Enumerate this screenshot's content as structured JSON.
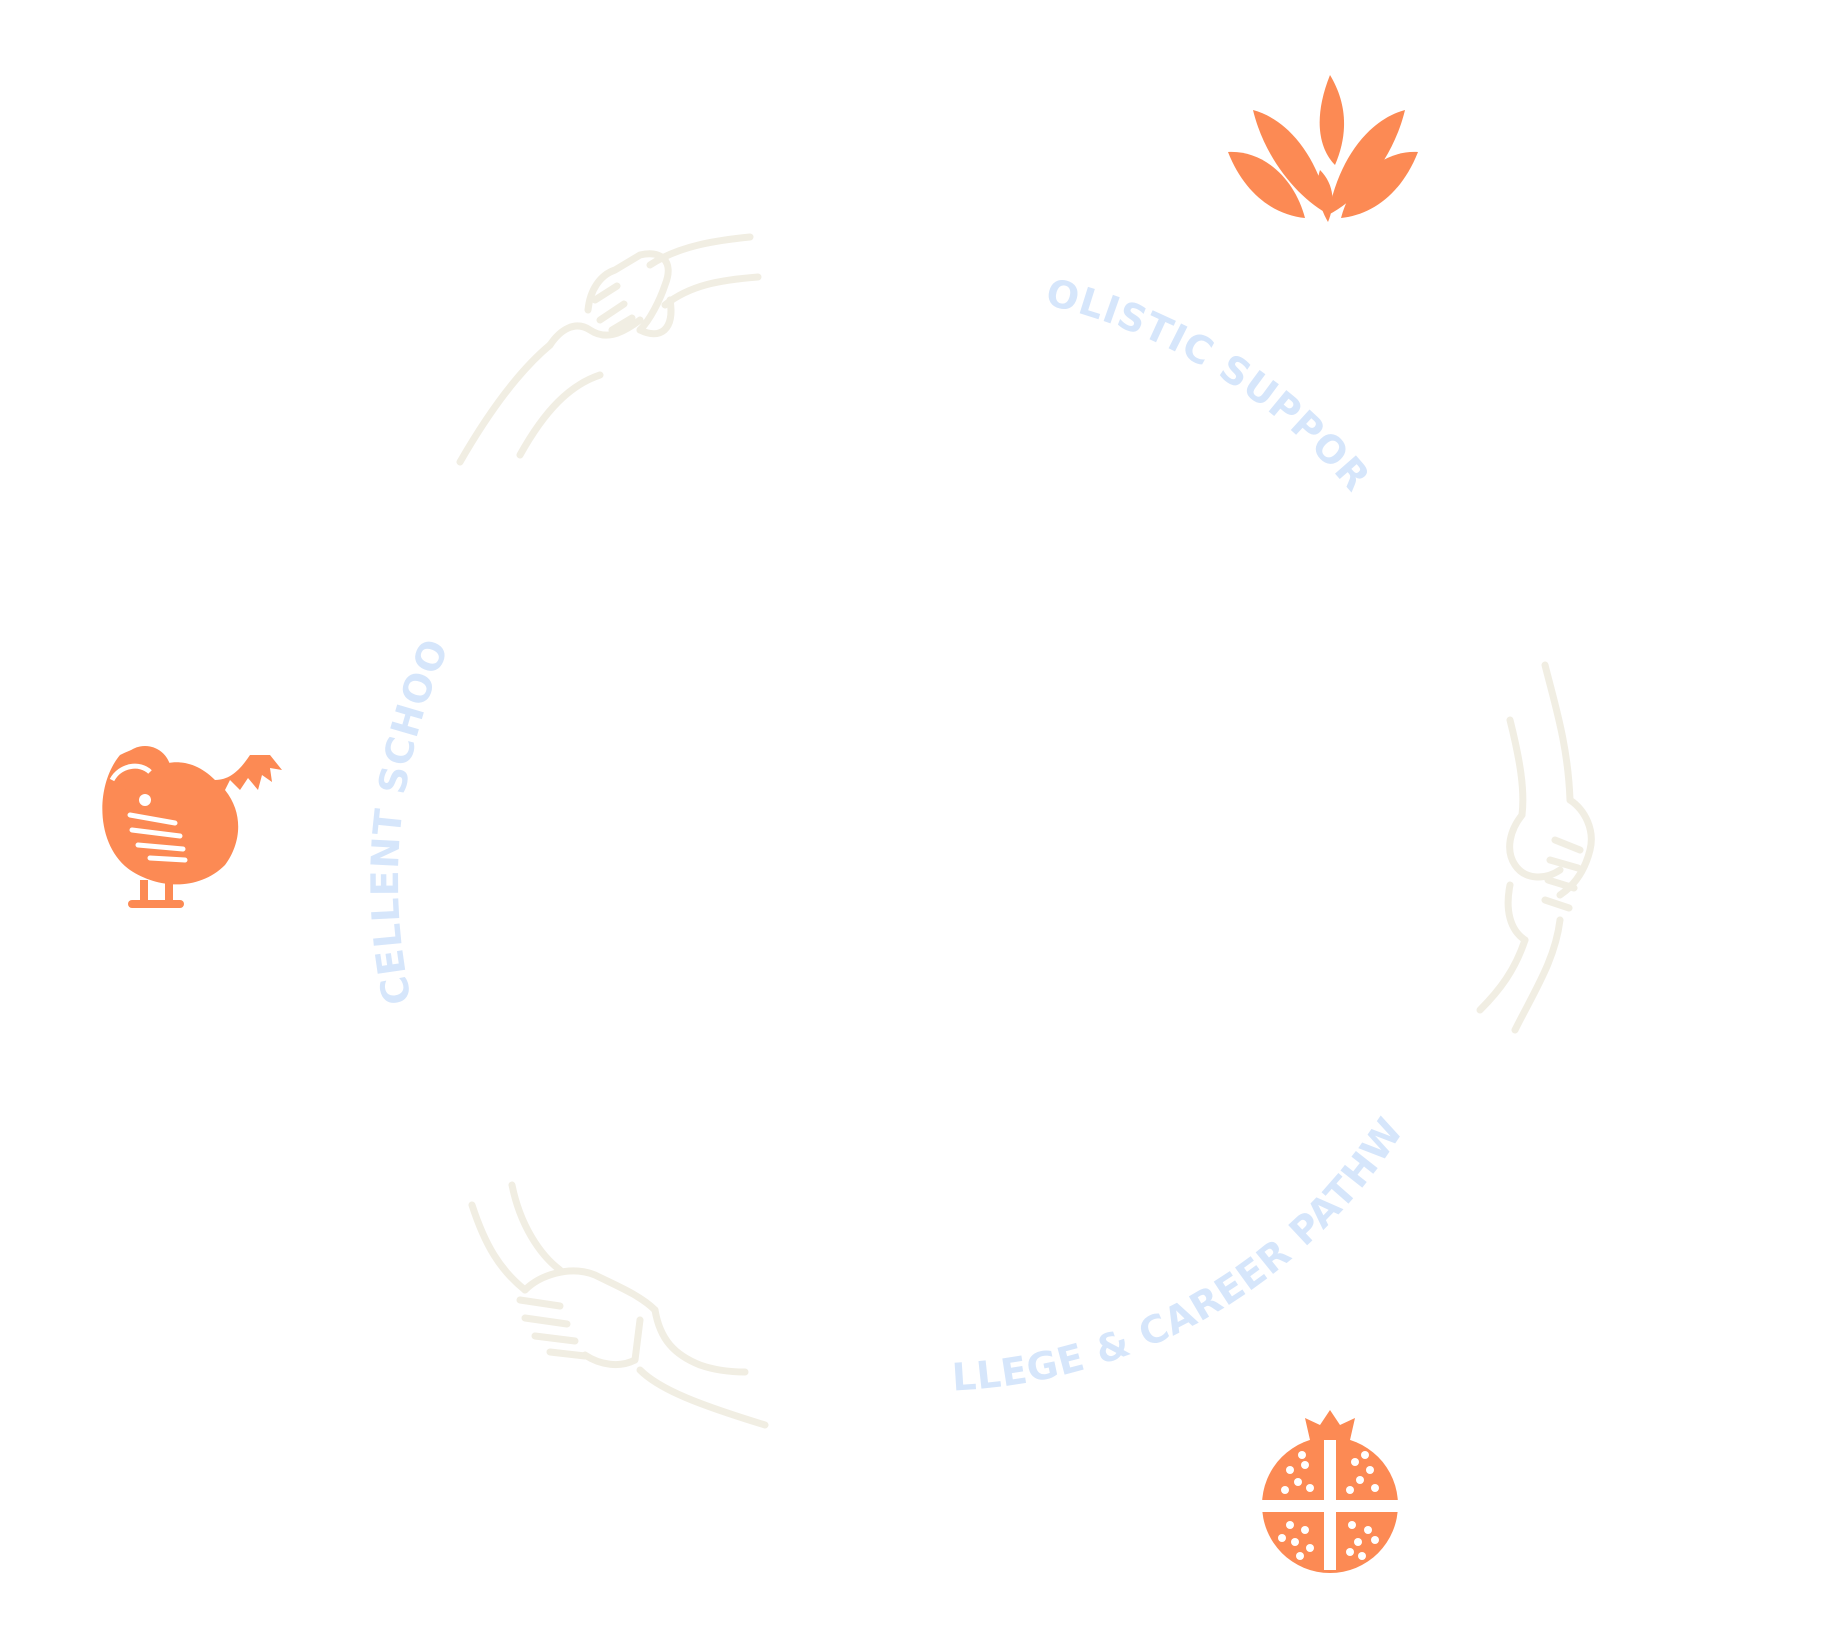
{
  "diagram": {
    "pillars": [
      {
        "id": "holistic",
        "label": "HOLISTIC SUPPORT",
        "icon": "lotus-flower-icon"
      },
      {
        "id": "college",
        "label": "COLLEGE & CAREER PATHWAYS",
        "icon": "pomegranate-icon"
      },
      {
        "id": "schools",
        "label": "EXCELLENT SCHOOLS",
        "icon": "sankofa-bird-icon"
      }
    ],
    "connector_icon": "clasped-hands-icon",
    "colors": {
      "icon_accent": "#fc8a54",
      "label_text": "#d6e6fb",
      "hands_stroke": "#f1eee3",
      "background": "#ffffff"
    }
  }
}
